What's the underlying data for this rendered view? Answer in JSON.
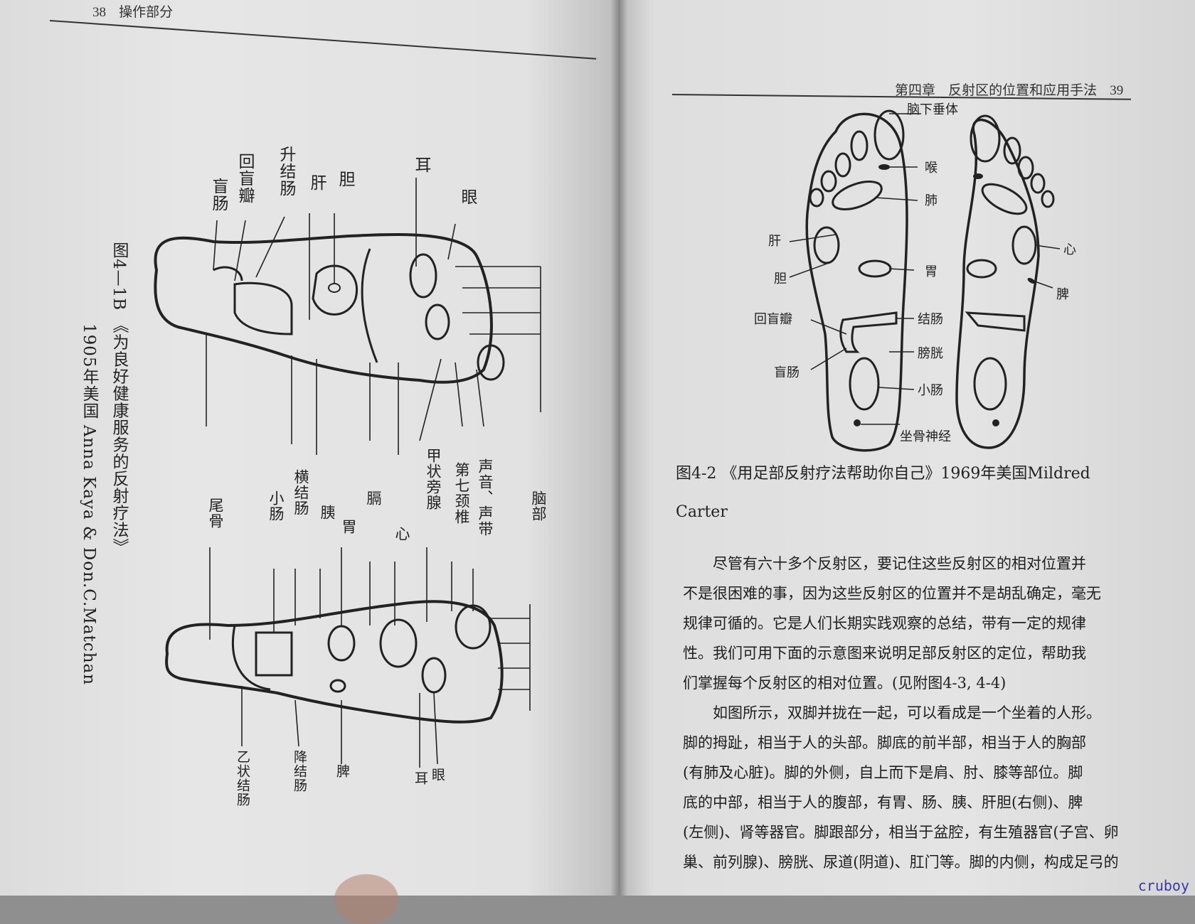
{
  "left_page": {
    "header_number": "38",
    "header_title": "操作部分",
    "caption_figure": "图4—1B 《为良好健康服务的反射疗法》",
    "caption_source": "1905年美国 Anna Kaya & Don.C.Matchan",
    "labels_top": [
      "耳",
      "眼",
      "胆",
      "肝",
      "升结肠",
      "回盲瓣",
      "盲肠"
    ],
    "labels_bottom": [
      "脑部",
      "声音、声带",
      "第七颈椎",
      "甲状旁腺",
      "心",
      "膈",
      "胃",
      "胰",
      "横结肠",
      "小肠",
      "尾骨"
    ],
    "labels_bottom_foot": [
      "眼",
      "耳",
      "脾",
      "降结肠",
      "乙状结肠"
    ]
  },
  "right_page": {
    "header_chapter": "第四章",
    "header_title": "反射区的位置和应用手法",
    "header_number": "39",
    "foot_labels_center": [
      "脑下垂体",
      "喉",
      "肺",
      "胃",
      "结肠",
      "膀胱",
      "小肠",
      "坐骨神经"
    ],
    "foot_labels_left": [
      "肝",
      "胆",
      "回盲瓣",
      "盲肠"
    ],
    "foot_labels_right": [
      "心",
      "脾"
    ],
    "caption_line1": "图4-2 《用足部反射疗法帮助你自己》1969年美国Mildred",
    "caption_line2": "Carter",
    "body_lines": [
      "尽管有六十多个反射区，要记住这些反射区的相对位置并",
      "不是很困难的事，因为这些反射区的位置并不是胡乱确定，毫无",
      "规律可循的。它是人们长期实践观察的总结，带有一定的规律",
      "性。我们可用下面的示意图来说明足部反射区的定位，帮助我",
      "们掌握每个反射区的相对位置。(见附图4-3, 4-4)",
      "如图所示，双脚并拢在一起，可以看成是一个坐着的人形。",
      "脚的拇趾，相当于人的头部。脚底的前半部，相当于人的胸部",
      "(有肺及心脏)。脚的外侧，自上而下是肩、肘、膝等部位。脚",
      "底的中部，相当于人的腹部，有胃、肠、胰、肝胆(右侧)、脾",
      "(左侧)、肾等器官。脚跟部分，相当于盆腔，有生殖器官(子宫、卵",
      "巢、前列腺)、膀胱、尿道(阴道)、肛门等。脚的内侧，构成足弓的"
    ]
  },
  "watermark": "cruboy"
}
